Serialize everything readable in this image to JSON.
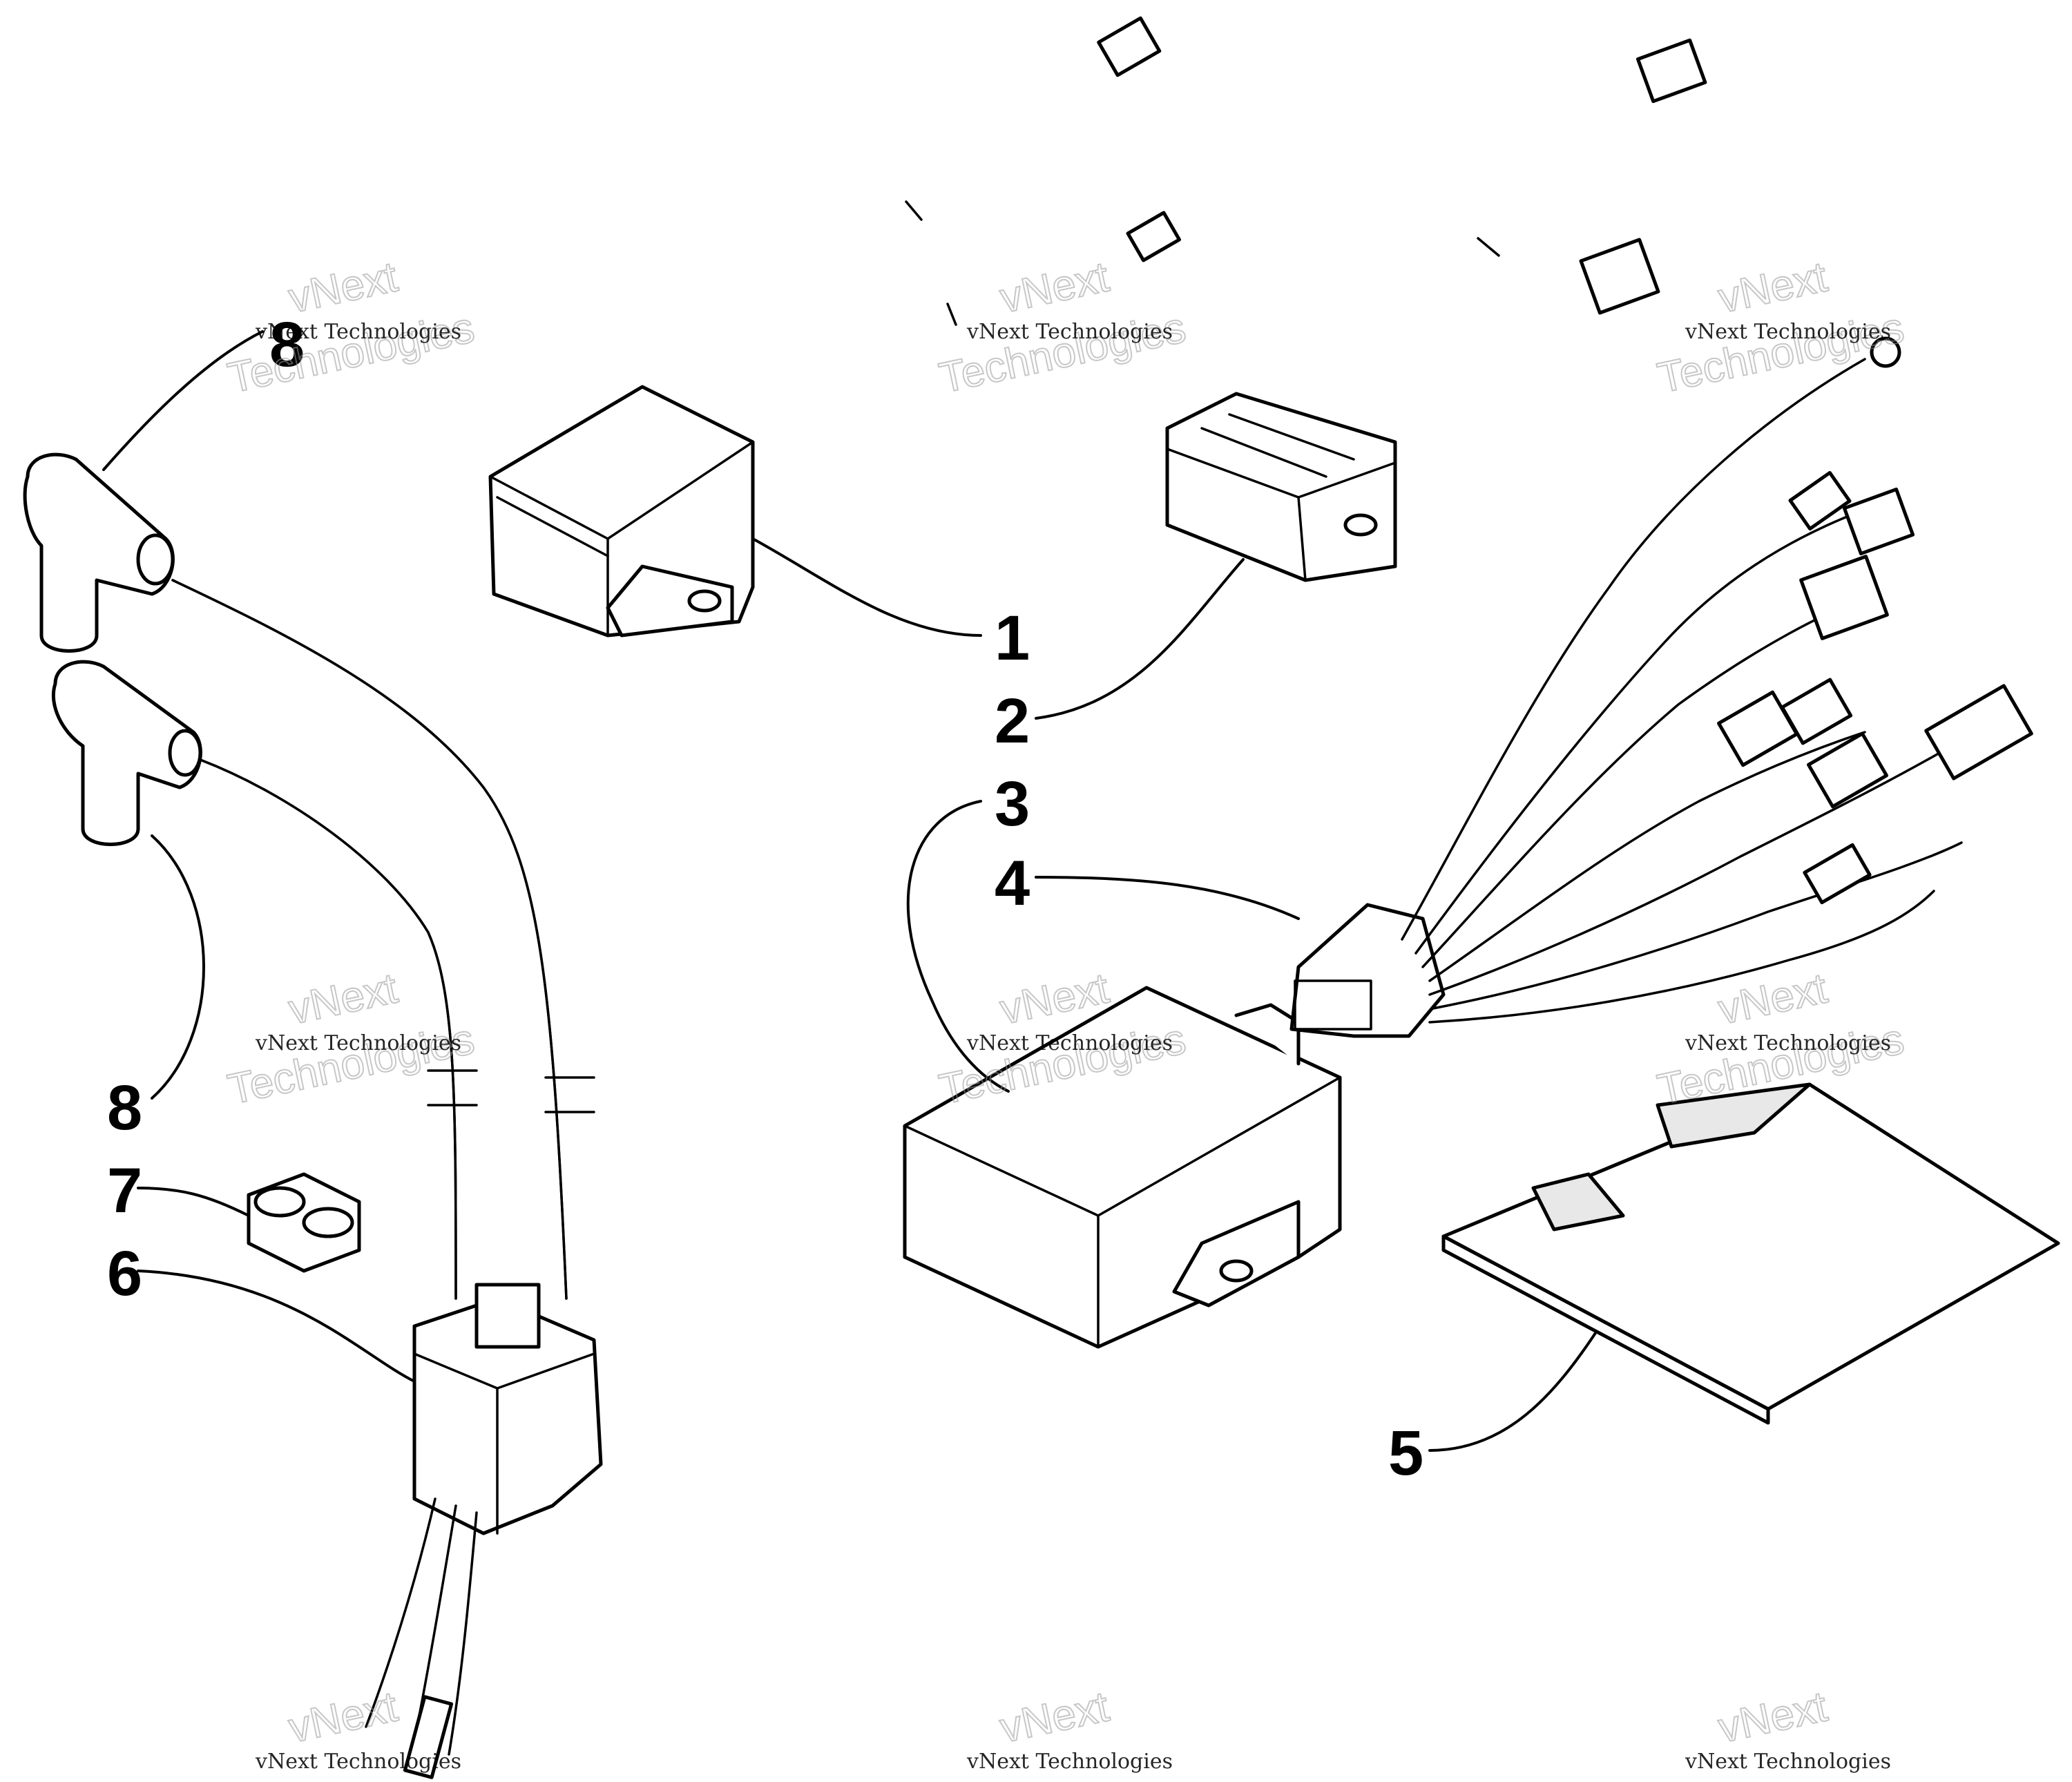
{
  "callouts": [
    {
      "id": "c1",
      "label": "1"
    },
    {
      "id": "c2",
      "label": "2"
    },
    {
      "id": "c3",
      "label": "3"
    },
    {
      "id": "c4",
      "label": "4"
    },
    {
      "id": "c5",
      "label": "5"
    },
    {
      "id": "c6",
      "label": "6"
    },
    {
      "id": "c7",
      "label": "7"
    },
    {
      "id": "c8a",
      "label": "8"
    },
    {
      "id": "c8b",
      "label": "8"
    }
  ],
  "watermark": {
    "line1": "vNext Technologies",
    "line2": "vNext",
    "line3": "Technologies"
  }
}
